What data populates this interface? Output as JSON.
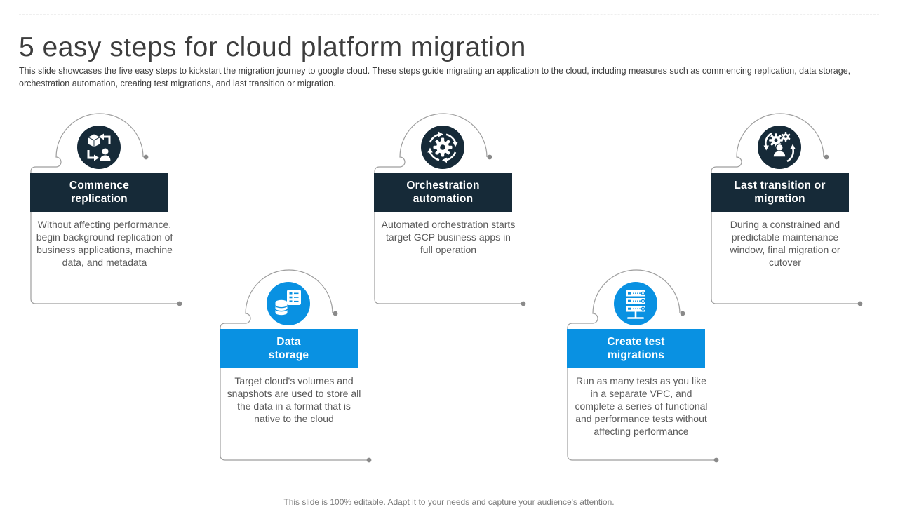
{
  "slide": {
    "title": "5 easy steps for cloud platform migration",
    "description": "This slide showcases the five easy steps to kickstart the migration journey to google cloud. These steps guide migrating an application to the cloud, including measures such as commencing replication, data storage, orchestration automation, creating test migrations, and last transition or migration.",
    "footer_note": "This slide is 100% editable. Adapt it to your needs and capture your audience's attention."
  },
  "colors": {
    "dark_navy": "#162a38",
    "accent_blue": "#0991e2",
    "outline_gray": "#9e9e9e",
    "dot_gray": "#8a8a8a",
    "body_text": "#595959",
    "title_text": "#3d3d3d"
  },
  "steps": [
    {
      "id": "commence-replication",
      "theme": "dark",
      "icon": "package-transfer-icon",
      "title": "Commence\nreplication",
      "description": "Without affecting performance, begin background replication of business applications, machine data, and metadata"
    },
    {
      "id": "data-storage",
      "theme": "blue",
      "icon": "database-storage-icon",
      "title": "Data\nstorage",
      "description": "Target cloud's volumes and snapshots are used to store all the data in a format that is native to the cloud"
    },
    {
      "id": "orchestration-automation",
      "theme": "dark",
      "icon": "gear-sync-icon",
      "title": "Orchestration\nautomation",
      "description": "Automated orchestration starts target GCP business apps in full operation"
    },
    {
      "id": "create-test-migrations",
      "theme": "blue",
      "icon": "server-rack-icon",
      "title": "Create test\nmigrations",
      "description": "Run as many tests as you like in a separate VPC, and complete a series of functional and performance tests without affecting performance"
    },
    {
      "id": "last-transition-migration",
      "theme": "dark",
      "icon": "team-gears-icon",
      "title": "Last transition or\nmigration",
      "description": "During a constrained and predictable maintenance window, final migration or cutover"
    }
  ]
}
